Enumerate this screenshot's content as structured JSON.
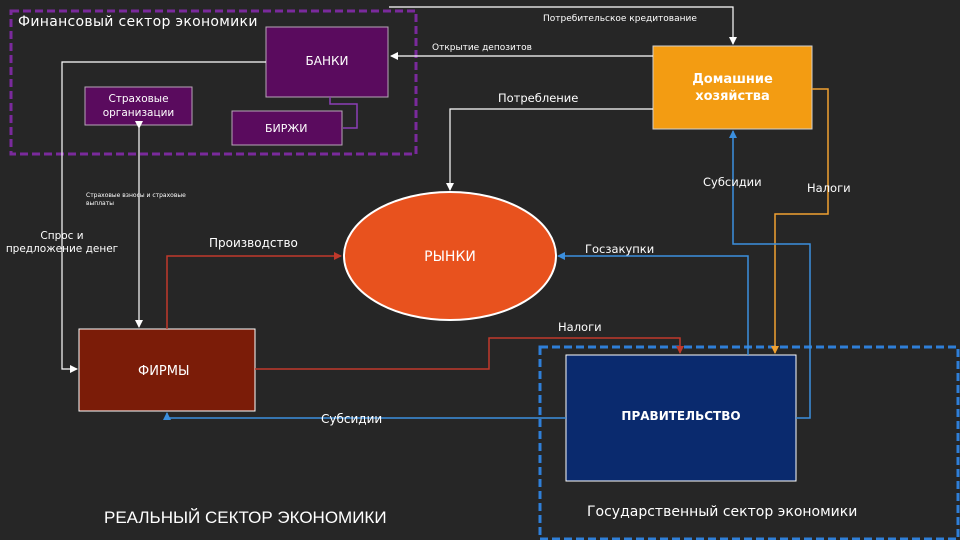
{
  "colors": {
    "background": "#262626",
    "financial_sector_border": "#7a2a9c",
    "government_sector_border": "#2f7fd8",
    "banks_fill": "#5a0b5e",
    "insurance_fill": "#5a0b5e",
    "exchanges_fill": "#5a0b5e",
    "households_fill": "#f39c12",
    "markets_fill": "#e8521e",
    "firms_fill": "#7b1c08",
    "government_fill": "#0a2a6e",
    "arrow_white": "#ffffff",
    "arrow_red": "#c0392b",
    "arrow_blue": "#3b8fde",
    "arrow_orange": "#f0a030",
    "arrow_purple": "#8b3fb5"
  },
  "sectors": {
    "financial": "Финансовый сектор экономики",
    "real": "РЕАЛЬНЫЙ СЕКТОР ЭКОНОМИКИ",
    "government": "Государственный сектор экономики"
  },
  "nodes": {
    "banks": "БАНКИ",
    "insurance": "Страховые организации",
    "exchanges": "БИРЖИ",
    "households": "Домашние хозяйства",
    "markets": "РЫНКИ",
    "firms": "ФИРМЫ",
    "government": "ПРАВИТЕЛЬСТВО"
  },
  "flows": {
    "consumer_credit": "Потребительское кредитование",
    "deposits": "Открытие депозитов",
    "consumption": "Потребление",
    "subsidies_households": "Субсидии",
    "taxes_households": "Налоги",
    "insurance_payments": "Страховые взносы и страховые выплаты",
    "money_supply_demand": "Спрос и предложение денег",
    "production": "Производство",
    "procurement": "Госзакупки",
    "taxes_firms": "Налоги",
    "subsidies_firms": "Субсидии"
  }
}
